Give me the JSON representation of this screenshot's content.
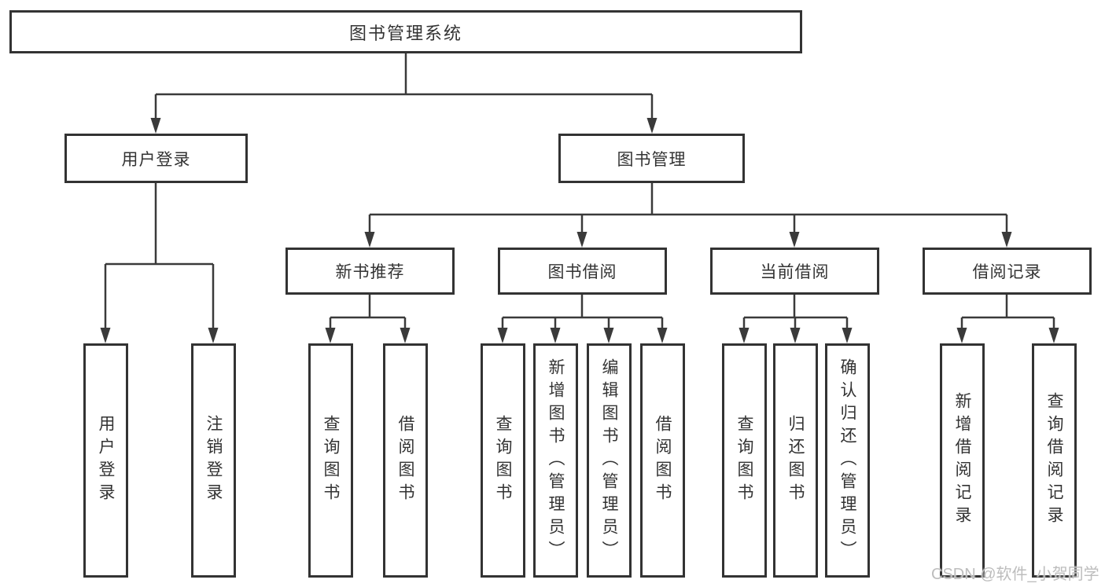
{
  "diagram": {
    "title": "图书管理系统",
    "root": {
      "label": "图书管理系统"
    },
    "level2": [
      {
        "label": "用户登录"
      },
      {
        "label": "图书管理"
      }
    ],
    "level3": [
      {
        "label": "新书推荐"
      },
      {
        "label": "图书借阅"
      },
      {
        "label": "当前借阅"
      },
      {
        "label": "借阅记录"
      }
    ],
    "leaves": [
      {
        "label": "用户登录",
        "parent": "用户登录"
      },
      {
        "label": "注销登录",
        "parent": "用户登录"
      },
      {
        "label": "查询图书",
        "parent": "新书推荐"
      },
      {
        "label": "借阅图书",
        "parent": "新书推荐"
      },
      {
        "label": "查询图书",
        "parent": "图书借阅"
      },
      {
        "label": "新增图书（管理员）",
        "parent": "图书借阅"
      },
      {
        "label": "编辑图书（管理员）",
        "parent": "图书借阅"
      },
      {
        "label": "借阅图书",
        "parent": "图书借阅"
      },
      {
        "label": "查询图书",
        "parent": "当前借阅"
      },
      {
        "label": "归还图书",
        "parent": "当前借阅"
      },
      {
        "label": "确认归还（管理员）",
        "parent": "当前借阅"
      },
      {
        "label": "新增借阅记录",
        "parent": "借阅记录"
      },
      {
        "label": "查询借阅记录",
        "parent": "借阅记录"
      }
    ]
  },
  "watermark": {
    "text": "CSDN @软件_小贺同学"
  },
  "colors": {
    "line": "#3a3a3a",
    "border": "#333333",
    "text": "#333333",
    "background": "#ffffff",
    "watermark": "#bdbdbd"
  }
}
